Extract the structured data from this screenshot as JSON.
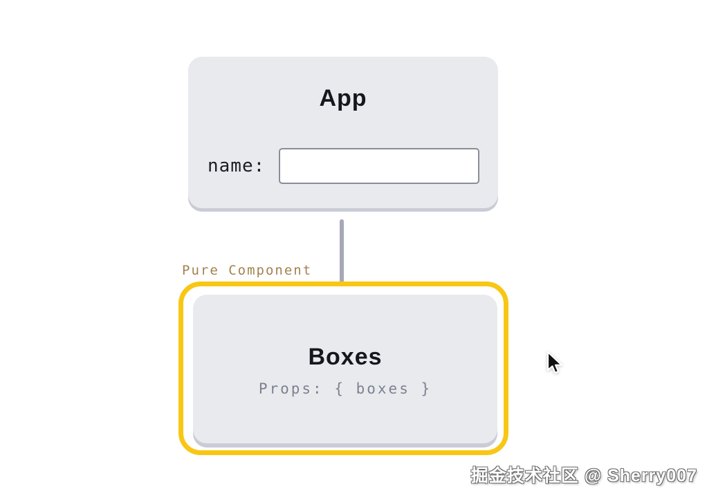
{
  "diagram": {
    "app_card": {
      "title": "App",
      "name_label": "name:",
      "name_value": ""
    },
    "pure_component_label": "Pure Component",
    "boxes_card": {
      "title": "Boxes",
      "props_text": "Props: { boxes }"
    }
  },
  "watermark": "掘金技术社区 @ Sherry007",
  "cursor_icon": "arrow-pointer",
  "colors": {
    "card_background": "#e9eaee",
    "card_rim": "#c9ccd6",
    "highlight_border": "#f8c715",
    "connector": "#a6a8b8",
    "pure_component_text": "#a2824d",
    "props_text": "#7b8290",
    "title_text": "#14171c"
  }
}
